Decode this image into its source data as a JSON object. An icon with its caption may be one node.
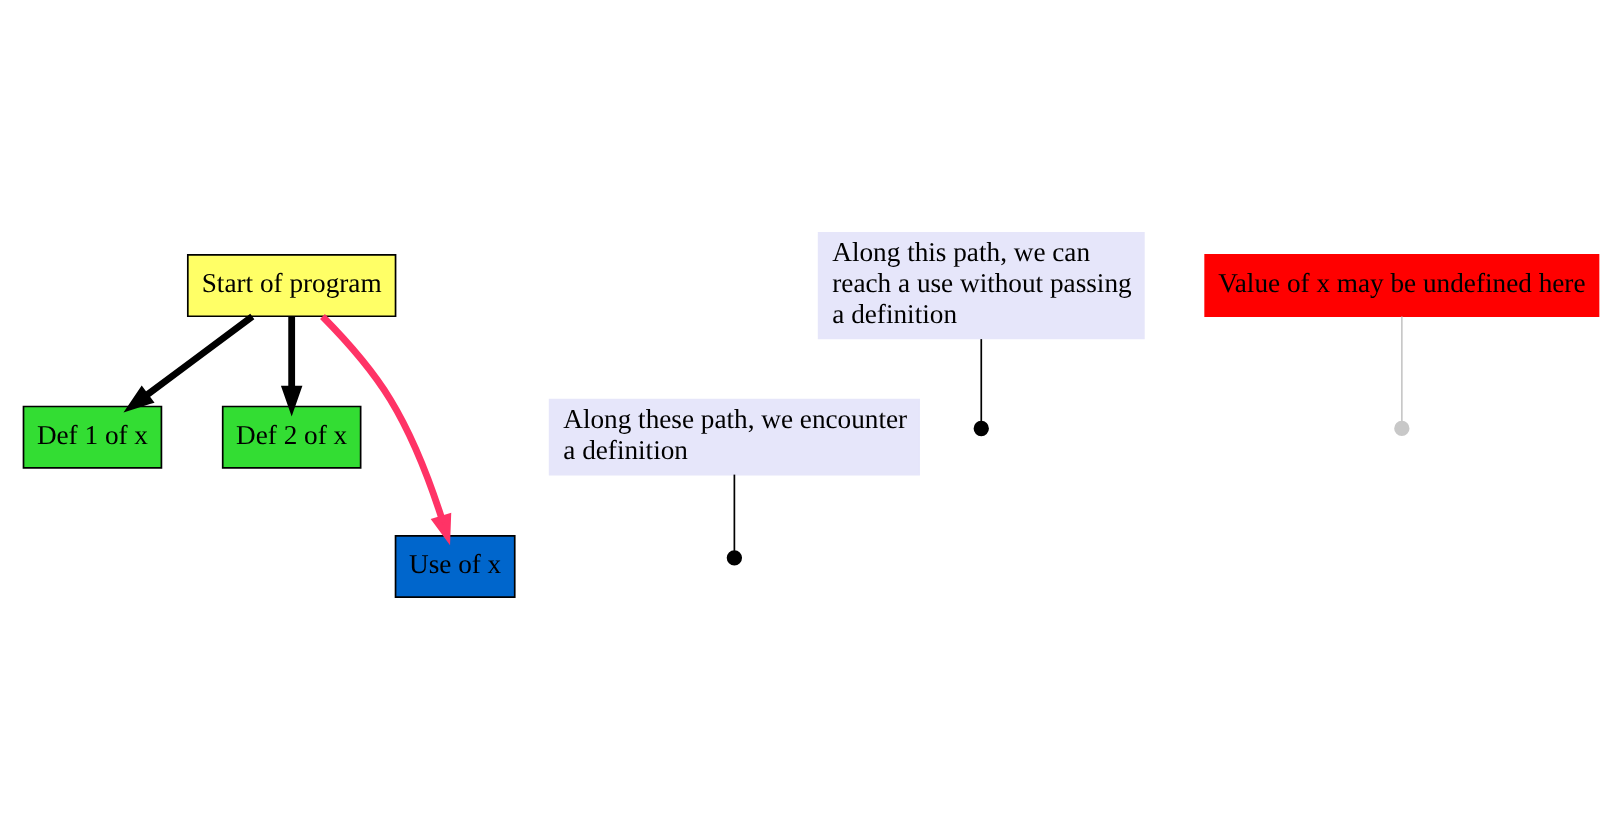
{
  "diagram": {
    "nodes": [
      {
        "text": [
          "Start of program"
        ]
      },
      {
        "text": [
          "Def 1 of x"
        ]
      },
      {
        "text": [
          "Def 2 of x"
        ]
      },
      {
        "text": [
          "Use of x"
        ]
      },
      {
        "text": [
          "Along these path, we encounter a definition"
        ]
      },
      {
        "text": [
          "Along this path, we can reach a use without passing a definition"
        ]
      },
      {
        "text": [
          "Value of x may be undefined here"
        ]
      }
    ],
    "edges": [
      {
        "from": 0,
        "to": 1,
        "arrow": "to",
        "style": "thick"
      },
      {
        "from": 0,
        "to": 2,
        "arrow": "to",
        "style": "thick"
      },
      {
        "from": 0,
        "to": 3,
        "arrow": "to",
        "style": "thick",
        "color": "#ff3366"
      },
      {
        "from": 4,
        "to": null,
        "arrow": "other"
      },
      {
        "from": 5,
        "to": null,
        "arrow": "other"
      },
      {
        "from": 6,
        "to": null,
        "arrow": "other",
        "color": "#c8c8c8"
      }
    ]
  }
}
